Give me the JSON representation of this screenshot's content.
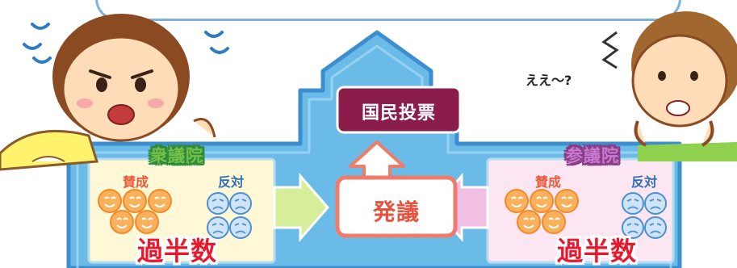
{
  "houses": {
    "left": {
      "name": "衆議院",
      "for_label": "賛成",
      "against_label": "反対",
      "result": "過半数"
    },
    "right": {
      "name": "参議院",
      "for_label": "賛成",
      "against_label": "反対",
      "result": "過半数"
    }
  },
  "center": {
    "referendum": "国民投票",
    "initiative": "発議"
  },
  "characters": {
    "boy_exclaim": "ええ〜?"
  },
  "colors": {
    "building": "#66b8e6",
    "building_edge": "#3b8fcf",
    "left_panel": "#fffadc",
    "right_panel": "#fbe9f3",
    "referendum_box": "#8b1d4c",
    "initiative_border": "#ef7b68",
    "smiley": "#f5a04a",
    "frowny": "#5b9bd6",
    "majority_text": "#e8192c"
  }
}
